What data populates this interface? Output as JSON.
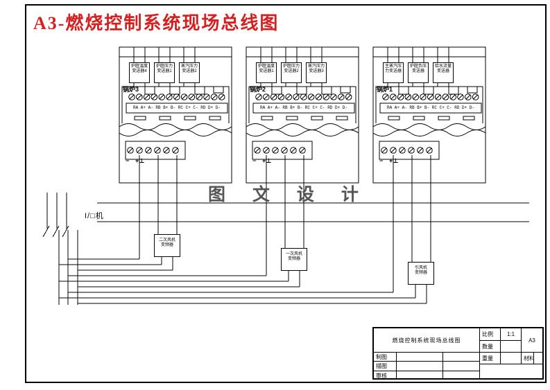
{
  "sheet": {
    "main_title": "A3-燃烧控制系统现场总线图",
    "watermark": "图 文 设 计",
    "io_label": "I/□机"
  },
  "stations": [
    {
      "name": "锅炉3",
      "transmitters": [
        "炉膛温度变送器4",
        "炉膛压力变送器1",
        "蒸汽压力变送器2"
      ]
    },
    {
      "name": "锅炉2",
      "transmitters": [
        "炉膛温度变送器1",
        "炉膛压力变送器2",
        "蒸汽压力变送器3"
      ]
    },
    {
      "name": "锅炉1",
      "transmitters": [
        "主蒸汽压力变送器",
        "炉膛负压变送器",
        "给水流量变送器"
      ]
    }
  ],
  "plc": {
    "terminal_labels": "RA A+ A- RB B+ B- RC C+ C- RD D+ D-",
    "polarity_minus": "−",
    "polarity_plus": "+⊥"
  },
  "converters": [
    {
      "line1": "二次风机",
      "line2": "变频器"
    },
    {
      "line1": "一次风机",
      "line2": "变频器"
    },
    {
      "line1": "引风机",
      "line2": "变频器"
    }
  ],
  "title_block": {
    "drawing_title": "燃烧控制系统现场总线图",
    "scale_label": "比例",
    "scale_value": "1:1",
    "qty_label": "数量",
    "weight_label": "重量",
    "material_label": "材料",
    "sheet_size": "A3",
    "row_labels": [
      "制图",
      "描图",
      "审核"
    ]
  },
  "colors": {
    "title_red": "#d61f1f",
    "line_black": "#000000",
    "watermark_gray": "#555555"
  }
}
